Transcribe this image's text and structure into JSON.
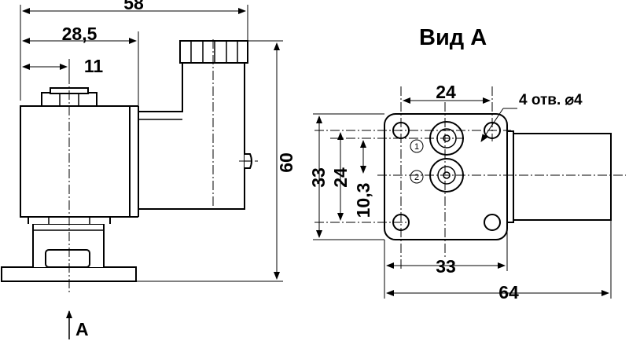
{
  "title": "Вид А",
  "view_marker": "А",
  "dimensions": {
    "overall_width": "58",
    "coil_center": "28,5",
    "stem_offset": "11",
    "overall_height": "60",
    "flange_width_top": "24",
    "flange_width_bottom": "33",
    "overall_length": "64",
    "flange_height": "33",
    "hole_spacing_v": "24",
    "port_offset": "10,3",
    "holes_note": "4 отв. ⌀4"
  },
  "ports": [
    "1",
    "2"
  ],
  "colors": {
    "line": "#000000",
    "center_line": "#000000",
    "background": "#ffffff"
  }
}
